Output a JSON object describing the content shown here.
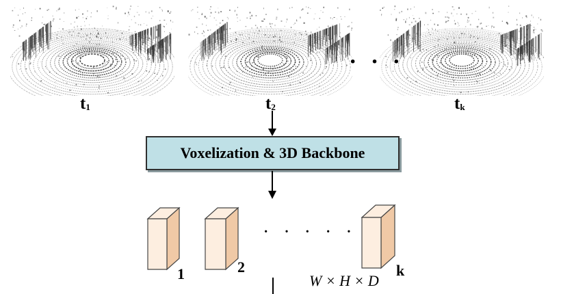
{
  "frames": [
    {
      "label": "t",
      "sub": "1"
    },
    {
      "label": "t",
      "sub": "2"
    },
    {
      "label": "t",
      "sub": "k"
    }
  ],
  "top_ellipsis": "· · ·",
  "process": {
    "label": "Voxelization & 3D Backbone",
    "fill": "#bfe0e6"
  },
  "feature_blocks": {
    "labels": [
      "1",
      "2"
    ],
    "last_label": "k",
    "dimension": "W × H × D",
    "ellipsis": "· · · · · ·",
    "front_color": "#fdeee0",
    "side_color": "#f0c9a6"
  }
}
